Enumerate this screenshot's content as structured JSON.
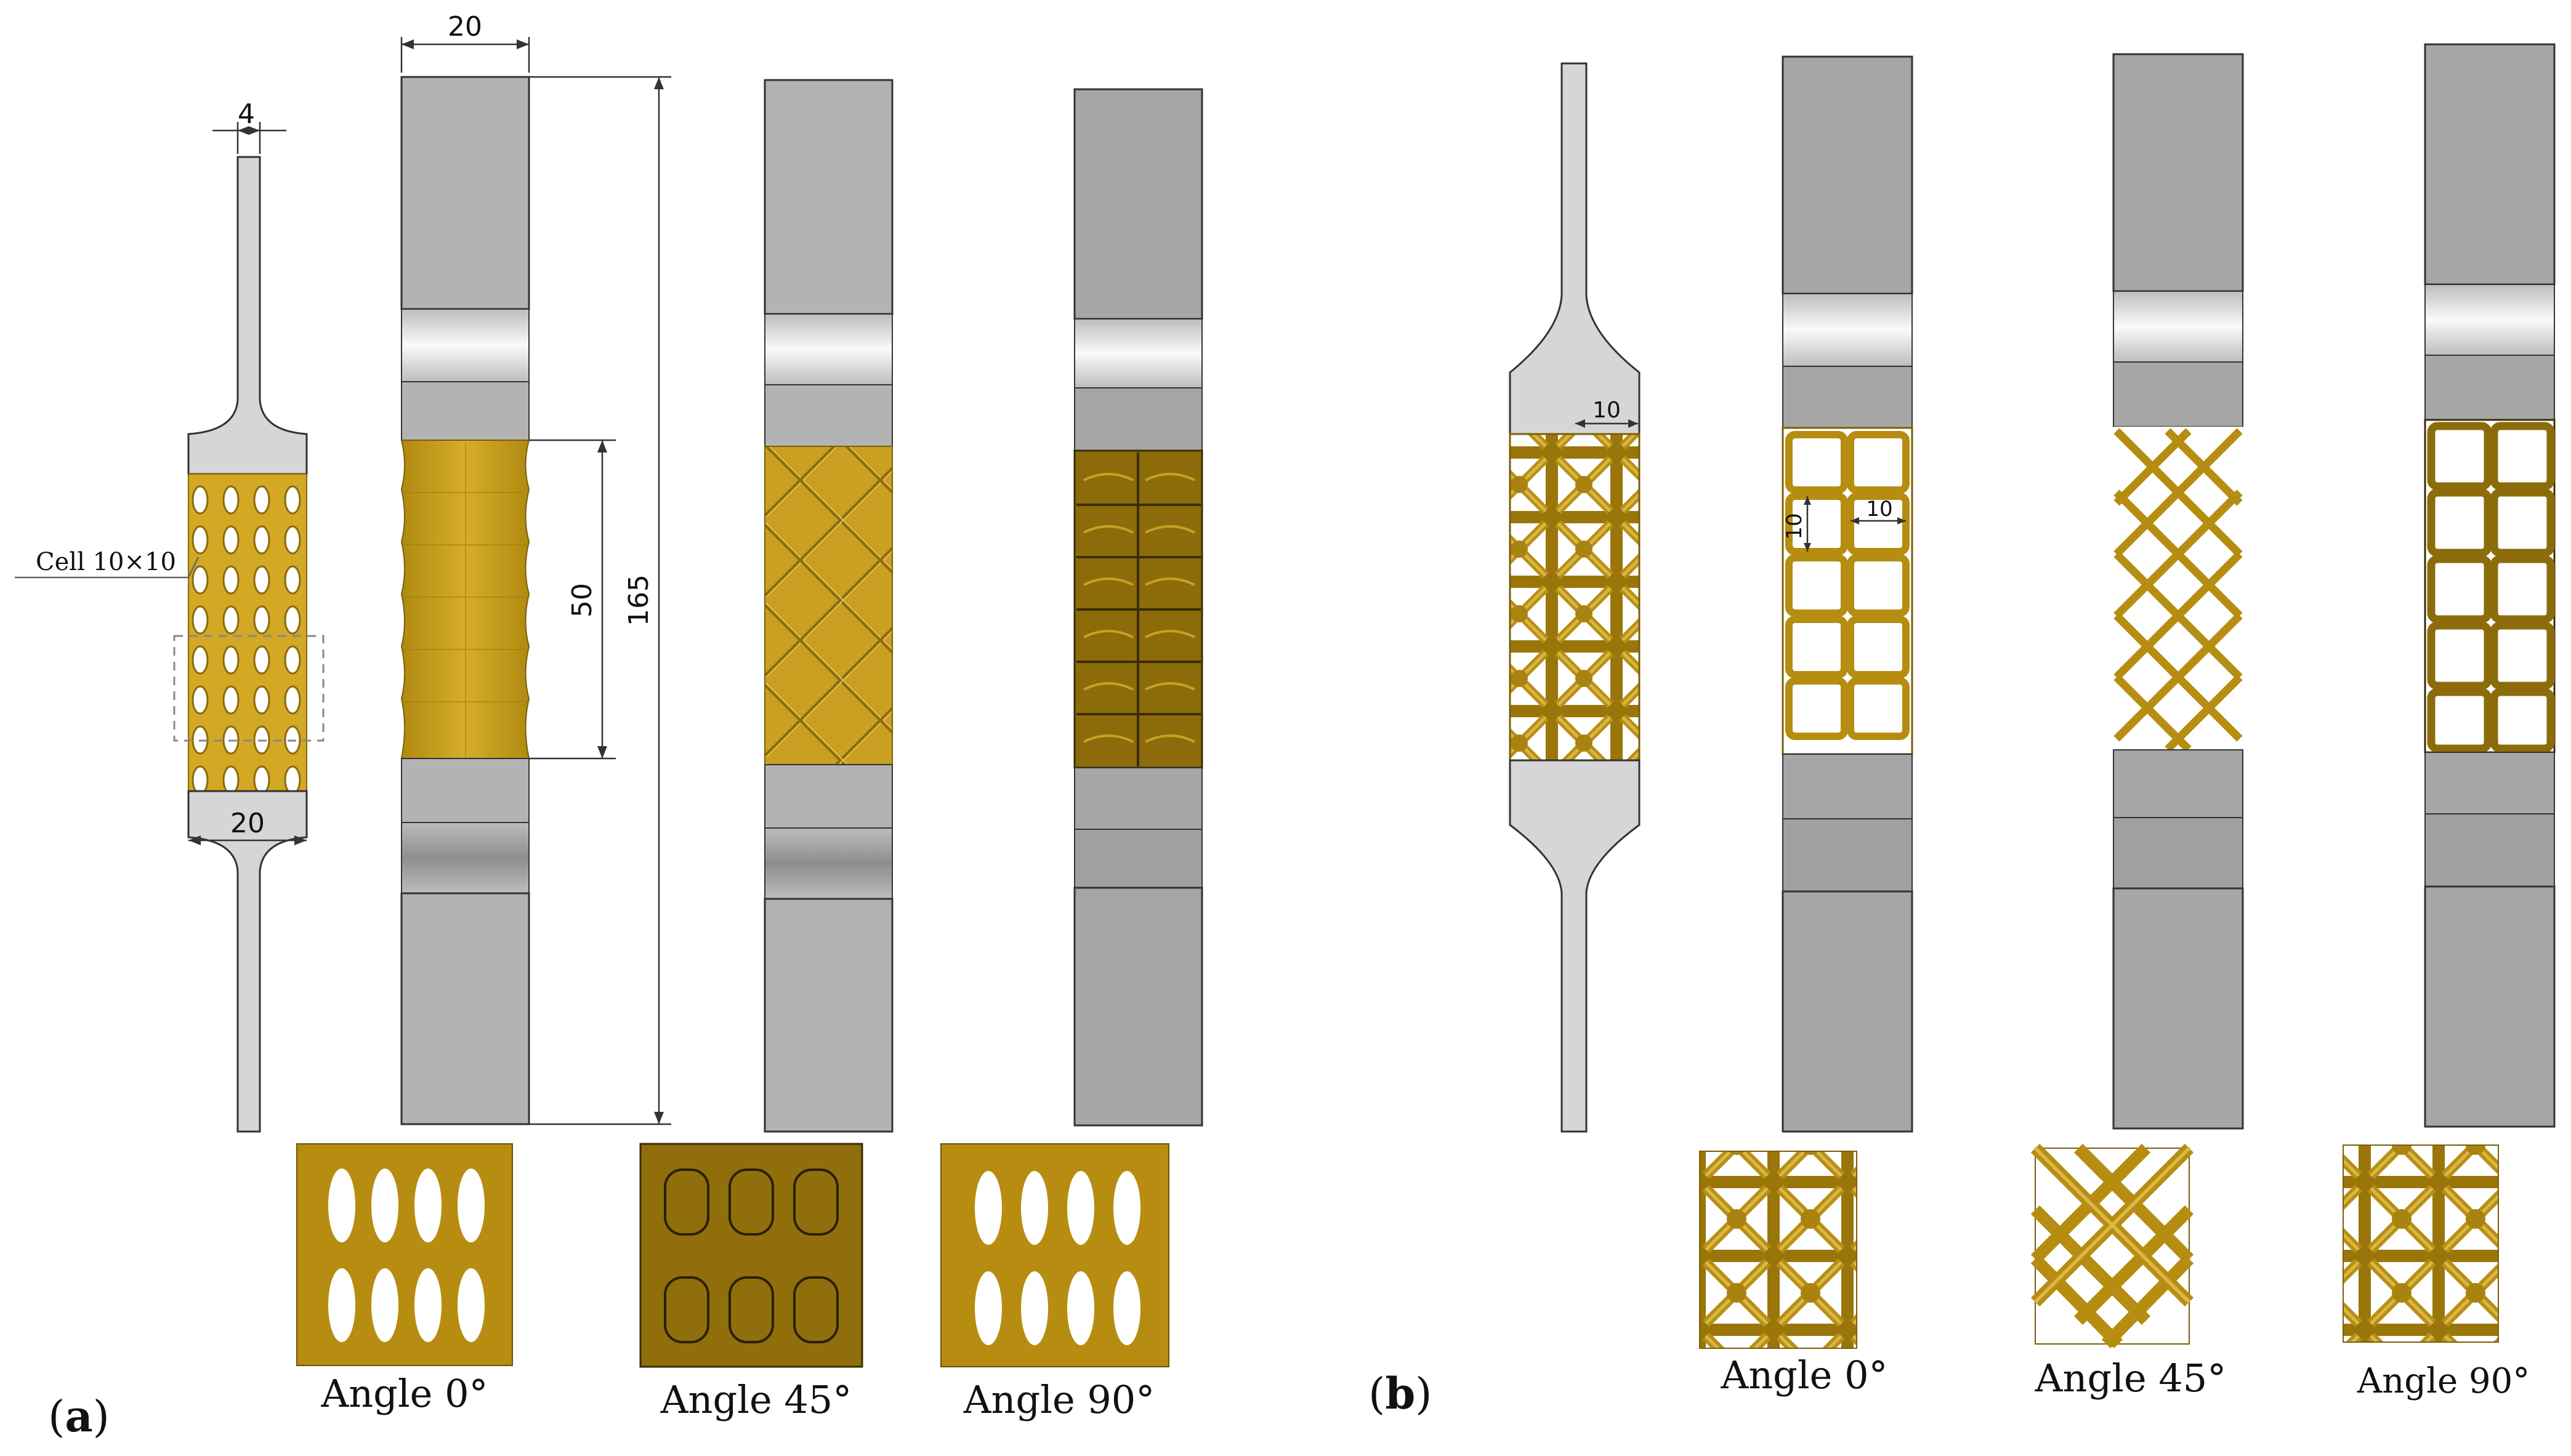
{
  "panel_a": {
    "label_open": "(",
    "label_letter": "a",
    "label_close": ")",
    "dim_width_small": "4",
    "dim_width_grip": "20",
    "dim_width_top": "20",
    "dim_gauge": "50",
    "dim_total": "165",
    "cell_label": "Cell 10×10",
    "captions": [
      "Angle 0°",
      "Angle 45°",
      "Angle 90°"
    ]
  },
  "panel_b": {
    "label_open": "(",
    "label_letter": "b",
    "label_close": ")",
    "dim_cell_top": "10",
    "dim_cell_h": "10",
    "dim_cell_w": "10",
    "captions": [
      "Angle 0°",
      "Angle 45°",
      "Angle 90°"
    ]
  },
  "colors": {
    "lattice_gold": "#c39a17",
    "lattice_dark": "#7a5e08",
    "grip_grey": "#b5b5b5",
    "grip_dark_grey": "#9a9a9a",
    "specimen_light": "#d6d6d6"
  }
}
